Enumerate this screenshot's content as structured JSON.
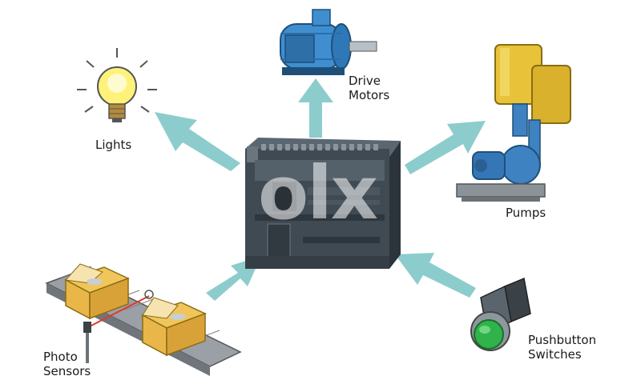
{
  "labels": {
    "lights": "Lights",
    "drive_motors_line1": "Drive",
    "drive_motors_line2": "Motors",
    "pumps": "Pumps",
    "photo_sensors_line1": "Photo",
    "photo_sensors_line2": "Sensors",
    "pushbutton_line1": "Pushbutton",
    "pushbutton_line2": "Switches"
  },
  "watermark": "olx",
  "icons": {
    "center": "plc-controller-icon",
    "lights": "light-bulb-icon",
    "motors": "electric-motor-icon",
    "pumps": "pump-icon",
    "sensors": "conveyor-photo-sensor-icon",
    "switches": "pushbutton-switch-icon"
  },
  "colors": {
    "arrow": "#8dcccc",
    "plc_body": "#3f4a52",
    "motor": "#3f8fd0",
    "pump_tank": "#e8c33a",
    "box": "#e9b64a",
    "button": "#2fb34a",
    "bulb": "#fff27a"
  }
}
